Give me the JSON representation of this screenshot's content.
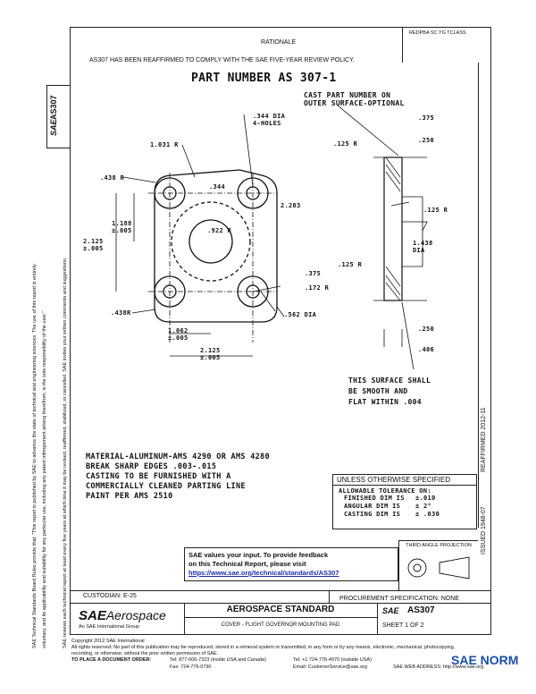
{
  "doc_id_header": "REDPBA SC YG TCLASS",
  "rationale": {
    "heading": "RATIONALE",
    "text": "AS307 HAS BEEN REAFFIRMED TO COMPLY WITH THE SAE FIVE-YEAR REVIEW POLICY."
  },
  "drawing": {
    "title": "PART NUMBER AS 307-1",
    "cast_note": "CAST PART NUMBER ON\nOUTER SURFACE-OPTIONAL",
    "dims": {
      "hole_dia": ".344 DIA\n4-HOLES",
      "r1031": "1.031 R",
      "r438_top": ".438 R",
      "d344": ".344",
      "d2203": "2.203",
      "d1188": "1.188\n±.005",
      "r922": ".922 R",
      "d2125_v": "2.125\n±.005",
      "d375_mid": ".375",
      "r172": ".172 R",
      "r438_bot": ".438R",
      "d562": ".562 DIA",
      "d1062": "1.062\n±.005",
      "d2125_h": "2.125\n±.005",
      "d375_top": ".375",
      "r125_a": ".125 R",
      "d250_top": ".250",
      "r125_b": ".125 R",
      "d1438": "1.438\nDIA",
      "r125_c": ".125 R",
      "d250_bot": ".250",
      "d406": ".406"
    },
    "surface_note": "THIS SURFACE SHALL\nBE SMOOTH AND\nFLAT WITHIN .004"
  },
  "material_notes": [
    "MATERIAL-ALUMINUM-AMS 4290 OR AMS 4280",
    "BREAK SHARP EDGES .003-.015",
    "CASTING TO BE FURNISHED WITH A",
    "COMMERCIALLY CLEANED PARTING LINE",
    "PAINT PER AMS  2510"
  ],
  "tolerance": {
    "header": "UNLESS OTHERWISE SPECIFIED",
    "title": "ALLOWABLE TOLERANCE ON:",
    "rows": [
      {
        "label": "FINISHED  DIM IS",
        "value": "±.010"
      },
      {
        "label": "ANGULAR  DIM IS",
        "value": "± 2°"
      },
      {
        "label": "CASTING  DIM IS",
        "value": "± .030"
      }
    ]
  },
  "third_angle": "THIRD ANGLE PROJECTION",
  "feedback": {
    "line1": "SAE values your input. To provide feedback",
    "line2": "on this Technical Report, please visit",
    "link": "https://www.sae.org/technical/standards/AS307"
  },
  "issued": "ISSUED 1948-07",
  "reaffirmed": "REAFFIRMED 2012-11",
  "custodian": "CUSTODIAN:  E-25",
  "procurement": "PROCUREMENT SPECIFICATION: NONE",
  "title_block": {
    "standard": "AEROSPACE STANDARD",
    "description": "COVER - FLIGHT   GOVERNOR MOUNTING PAD",
    "sae_logo": "SAE",
    "aerospace": "Aerospace",
    "org": "An SAE International Group",
    "doc_number": "AS307",
    "sheet": "SHEET 1 OF 2"
  },
  "side_logo": "SAE",
  "side_number": "AS307",
  "side_text_1": "SAE Technical Standards Board Rules provide that: \"This report is published by SAE to advance the state of technical and engineering sciences. The use of this report is entirely",
  "side_text_2": "voluntary, and its applicability and suitability for any particular use, including any patent infringement arising therefrom, is the sole responsibility of the user.\"",
  "side_text_3": "SAE reviews each technical report at least every five years at which time it may be revised, reaffirmed, stabilized, or cancelled. SAE invites your written comments and suggestions.",
  "footer": {
    "copyright": "Copyright 2012 SAE International",
    "rights": "All rights reserved. No part of this publication may be reproduced, stored in a retrieval system or transmitted, in any form or by any means, electronic, mechanical, photocopying,",
    "rights2": "recording, or otherwise, without the prior written permission of SAE.",
    "order_label": "TO PLACE A DOCUMENT ORDER:",
    "tel1": "Tel:  877-606-7323 (inside USA and Canada)",
    "tel2": "Tel:  +1 724-776-4970 (outside USA)",
    "fax": "Fax:  724-776-0790",
    "email": "Email: CustomerService@sae.org",
    "web": "SAE WEB ADDRESS:  http://www.sae.org",
    "watermark": "SAE NORM"
  }
}
